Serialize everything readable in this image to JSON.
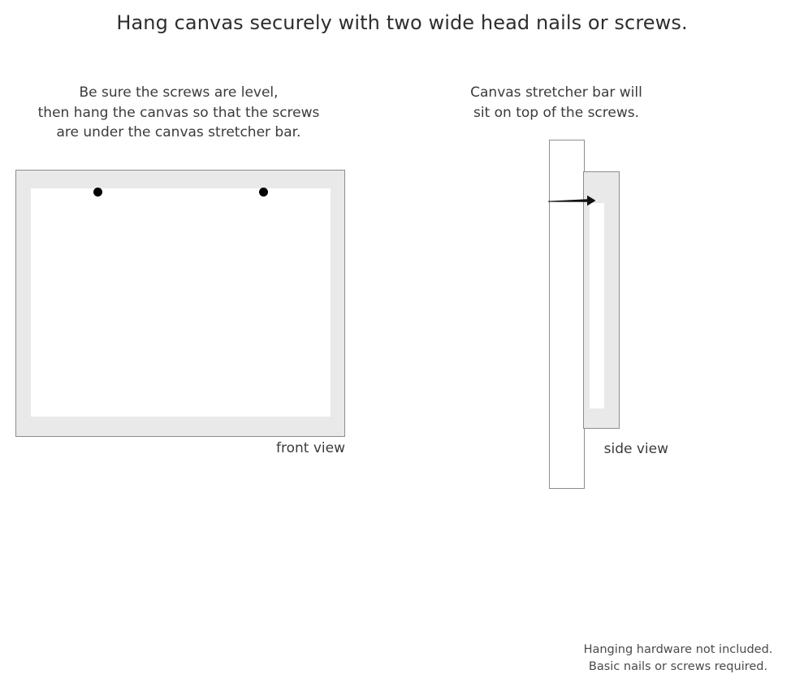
{
  "page": {
    "title": "Hang canvas securely with two wide head nails or screws."
  },
  "front_panel": {
    "caption_line1": "Be sure the screws are level,",
    "caption_line2": "then hang the canvas so that the screws",
    "caption_line3": "are under the canvas stretcher bar.",
    "view_label": "front view",
    "screw_count": 2,
    "screw_marker_name": "screw-dot"
  },
  "side_panel": {
    "caption_line1": "Canvas stretcher bar will",
    "caption_line2": "sit on top of the screws.",
    "view_label": "side view",
    "nail_name": "nail-profile"
  },
  "footer": {
    "line1": "Hanging hardware not included.",
    "line2": "Basic nails or screws required."
  },
  "colors": {
    "frame_fill": "#e9e9e9",
    "canvas_fill": "#ffffff",
    "outline": "#8d8d8d",
    "screw": "#000000",
    "text": "#3b3b3b",
    "title_text": "#2e2e2e",
    "page_background": "#ffffff"
  }
}
